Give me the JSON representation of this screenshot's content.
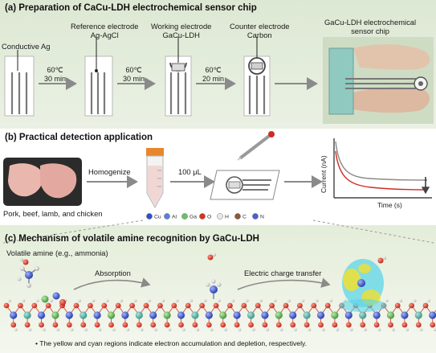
{
  "panel_a": {
    "title": "(a) Preparation of CaCu-LDH electrochemical sensor chip",
    "conductive_ag": "Conductive Ag",
    "reference_line1": "Reference electrode",
    "reference_line2": "Ag-AgCl",
    "working_line1": "Working electrode",
    "working_line2": "GaCu-LDH",
    "counter_line1": "Counter electrode",
    "counter_line2": "Carbon",
    "chip_line1": "GaCu-LDH electrochemical",
    "chip_line2": "sensor chip",
    "step1_temp": "60℃",
    "step1_time": "30 min",
    "step2_temp": "60℃",
    "step2_time": "30 min",
    "step3_temp": "60℃",
    "step3_time": "20 min"
  },
  "panel_b": {
    "title": "(b) Practical detection application",
    "homogenize": "Homogenize",
    "volume": "100 μL",
    "samples": "Pork, beef, lamb, and chicken",
    "ylabel": "Current (nA)",
    "xlabel": "Time (s)",
    "legend": [
      {
        "symbol": "Cu",
        "color": "#2f4ec9"
      },
      {
        "symbol": "Al",
        "color": "#5b7fd8"
      },
      {
        "symbol": "Ga",
        "color": "#6abf69"
      },
      {
        "symbol": "O",
        "color": "#d9301f"
      },
      {
        "symbol": "H",
        "color": "#e8e8e8"
      },
      {
        "symbol": "C",
        "color": "#8a5a3c"
      },
      {
        "symbol": "N",
        "color": "#4a5fd0"
      }
    ]
  },
  "panel_c": {
    "title": "(c) Mechanism of volatile amine recognition by GaCu-LDH",
    "amine": "Volatile amine (e.g., ammonia)",
    "absorption": "Absorption",
    "transfer": "Electric charge transfer",
    "footnote": "•  The yellow and cyan regions indicate electron accumulation and depletion, respectively."
  }
}
